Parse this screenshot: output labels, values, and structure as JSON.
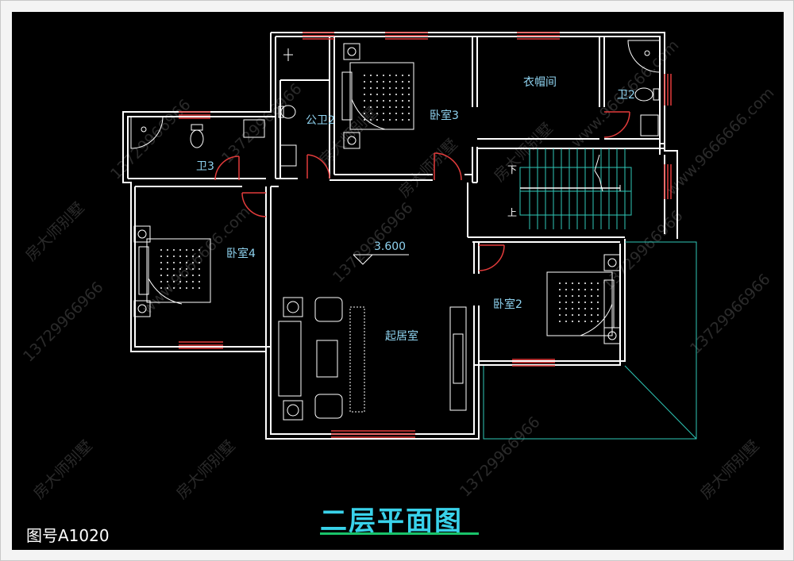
{
  "title": "二层平面图",
  "drawing_number": "图号A1020",
  "elevation": "3.600",
  "rooms": {
    "bedroom2": "卧室2",
    "bedroom3": "卧室3",
    "bedroom4": "卧室4",
    "living": "起居室",
    "closet": "衣帽间",
    "bath2": "卫2",
    "bath3": "卫3",
    "public_bath": "公卫2"
  },
  "stairs": {
    "down": "下",
    "up": "上"
  },
  "watermarks": [
    "房大师别墅",
    "13729966966",
    "www.9666666.com"
  ],
  "colors": {
    "background": "#000000",
    "wall": "#ffffff",
    "window": "#e23b3b",
    "door": "#e23b3b",
    "label": "#8fd3f0",
    "stair": "#2fc7b7",
    "title": "#39d2ea",
    "title_underline": "#19c36a"
  }
}
